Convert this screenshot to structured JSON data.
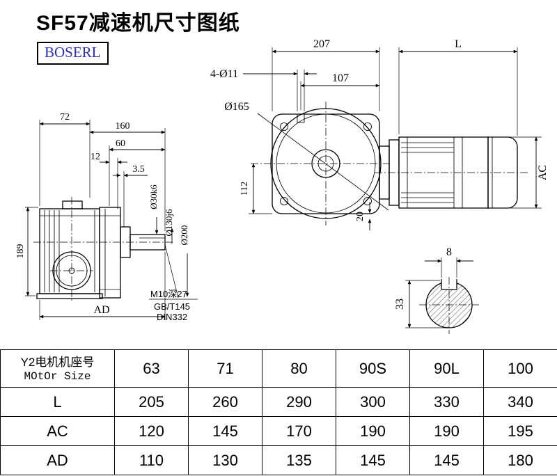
{
  "page": {
    "title": "SF57减速机尺寸图纸",
    "brand": "BOSERL"
  },
  "left_view": {
    "d72": "72",
    "d160": "160",
    "d60": "60",
    "d12": "12",
    "d3_5": "3.5",
    "d189": "189",
    "dAD": "AD",
    "d30": "Ø30k6",
    "d130": "Ø130j6",
    "d200": "Ø200",
    "thread": "M10深27",
    "std1": "GB/T145",
    "std2": "DIN332"
  },
  "right_view": {
    "d207": "207",
    "dL": "L",
    "holes": "4-Ø11",
    "d107": "107",
    "d165": "Ø165",
    "d112": "112",
    "d20": "20",
    "dAC": "AC"
  },
  "shaft_view": {
    "d8": "8",
    "d33": "33"
  },
  "table": {
    "header_cn": "Y2电机机座号",
    "header_en": "MOtOr Size",
    "columns": [
      "63",
      "71",
      "80",
      "90S",
      "90L",
      "100"
    ],
    "rows": [
      {
        "label": "L",
        "values": [
          "205",
          "260",
          "290",
          "300",
          "330",
          "340"
        ]
      },
      {
        "label": "AC",
        "values": [
          "120",
          "145",
          "170",
          "190",
          "190",
          "195"
        ]
      },
      {
        "label": "AD",
        "values": [
          "110",
          "130",
          "135",
          "145",
          "145",
          "180"
        ]
      }
    ]
  }
}
